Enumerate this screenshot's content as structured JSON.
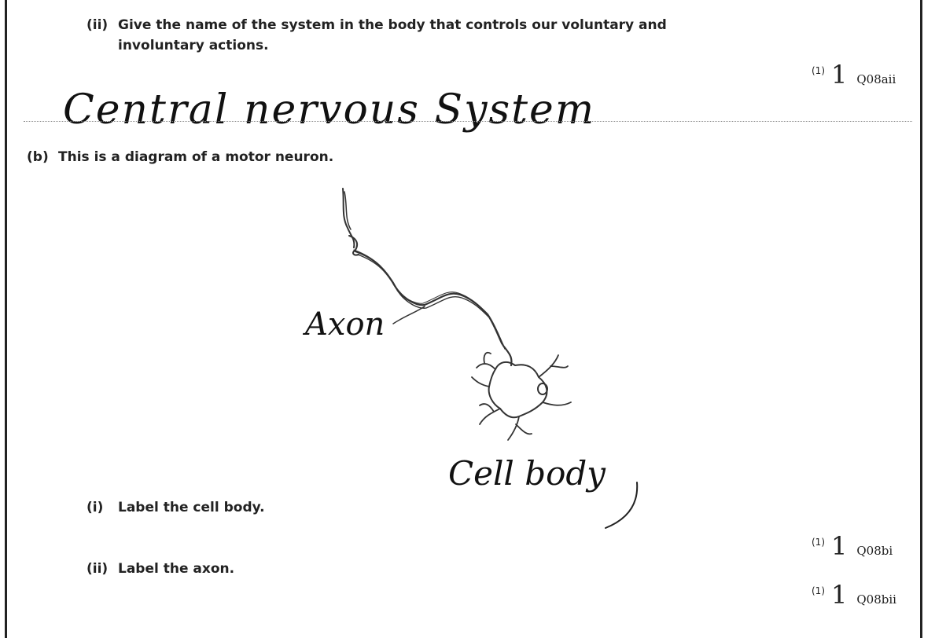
{
  "questions": {
    "q8aii": {
      "number": "(ii)",
      "text_line1": "Give the name of the system in the body that controls our voluntary and",
      "text_line2": "involuntary actions.",
      "answer": "Central nervous System",
      "mark_available": "(1)",
      "mark_awarded": "1",
      "code": "Q08aii"
    },
    "q8b": {
      "number": "(b)",
      "text": "This is a diagram of a motor neuron."
    },
    "q8bi": {
      "number": "(i)",
      "text": "Label the cell body.",
      "mark_available": "(1)",
      "mark_awarded": "1",
      "code": "Q08bi"
    },
    "q8bii": {
      "number": "(ii)",
      "text": "Label the axon.",
      "mark_available": "(1)",
      "mark_awarded": "1",
      "code": "Q08bii"
    }
  },
  "diagram": {
    "label_axon": "Axon",
    "label_cell_body": "Cell body"
  }
}
